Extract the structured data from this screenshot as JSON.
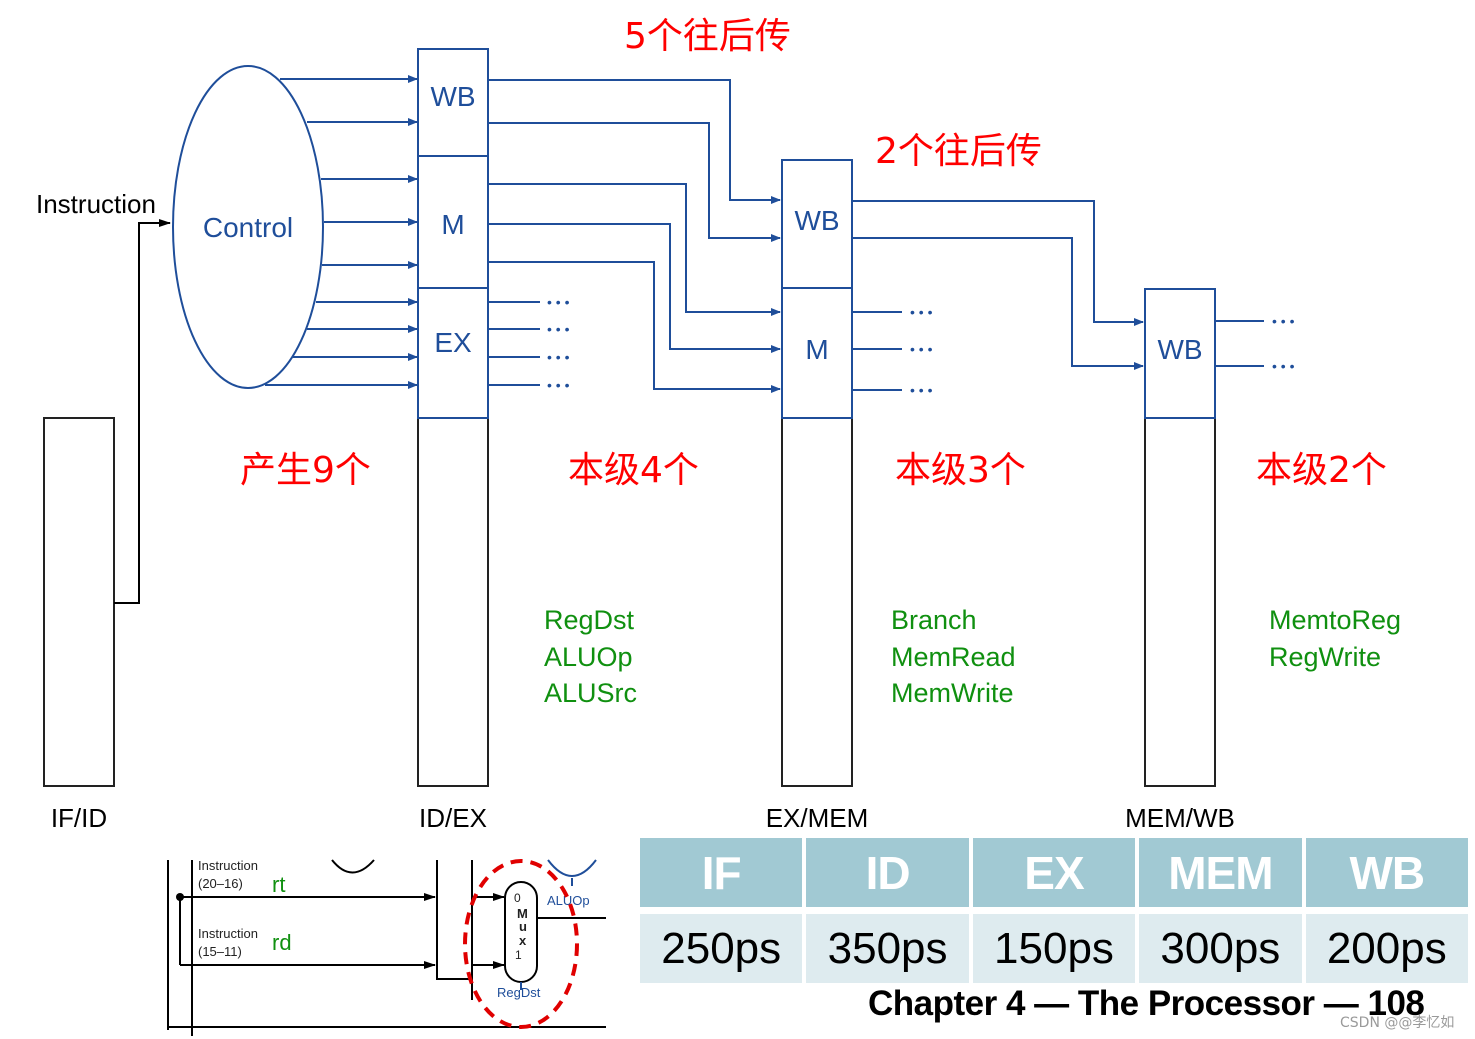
{
  "diagram": {
    "instruction_label": "Instruction",
    "control_label": "Control",
    "pipeline_registers": [
      {
        "name": "IF/ID"
      },
      {
        "name": "ID/EX",
        "fields": [
          "WB",
          "M",
          "EX"
        ]
      },
      {
        "name": "EX/MEM",
        "fields": [
          "WB",
          "M"
        ]
      },
      {
        "name": "MEM/WB",
        "fields": [
          "WB"
        ]
      }
    ],
    "annotations": {
      "forward_5": "5个往后传",
      "forward_2": "2个往后传",
      "generate_9": "产生9个",
      "stage_4": "本级4个",
      "stage_3": "本级3个",
      "stage_2": "本级2个"
    },
    "ellipsis": "• • •",
    "signal_groups": {
      "ex": [
        "RegDst",
        "ALUOp",
        "ALUSrc"
      ],
      "mem": [
        "Branch",
        "MemRead",
        "MemWrite"
      ],
      "wb": [
        "MemtoReg",
        "RegWrite"
      ]
    }
  },
  "inset": {
    "instr_rt_label": "Instruction",
    "instr_rt_bits": "(20–16)",
    "rt": "rt",
    "instr_rd_label": "Instruction",
    "instr_rd_bits": "(15–11)",
    "rd": "rd",
    "mux_in0": "0",
    "mux_in1": "1",
    "mux_letters": [
      "M",
      "u",
      "x"
    ],
    "aluop": "ALUOp",
    "regdst": "RegDst",
    "highlight_color": "#e00000"
  },
  "timing_table": {
    "stages": [
      "IF",
      "ID",
      "EX",
      "MEM",
      "WB"
    ],
    "latencies": [
      "250ps",
      "350ps",
      "150ps",
      "300ps",
      "200ps"
    ],
    "header_color": "#a1c9d3",
    "row_color": "#deebef"
  },
  "footer": "Chapter 4 — The Processor — 108",
  "watermark": "CSDN @@李忆如"
}
